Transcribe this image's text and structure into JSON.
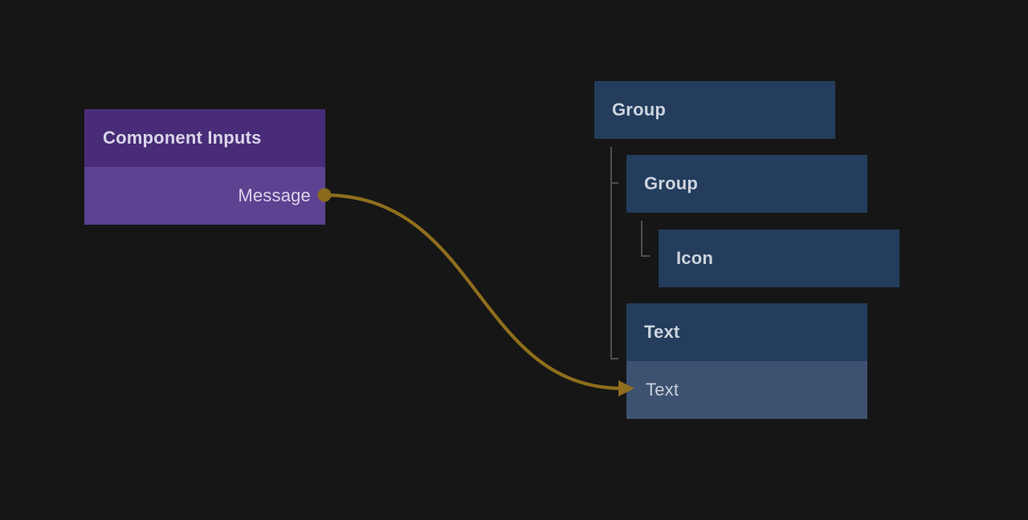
{
  "canvas": {
    "background_color": "#161616"
  },
  "component_inputs_node": {
    "title": "Component Inputs",
    "header_color": "#482c77",
    "row_color": "#5d4292",
    "text_color": "#d9d5e9",
    "outputs": [
      {
        "label": "Message",
        "port": "output"
      }
    ]
  },
  "layer_tree": {
    "node_color": "#243d5c",
    "highlight_row_color": "#3d5170",
    "text_color": "#cdd4df",
    "connector_line_color": "#4d4f52",
    "nodes": [
      {
        "label": "Group",
        "depth": 0
      },
      {
        "label": "Group",
        "depth": 1
      },
      {
        "label": "Icon",
        "depth": 2
      },
      {
        "label": "Text",
        "depth": 1,
        "input_row": {
          "label": "Text",
          "highlighted": true
        }
      }
    ]
  },
  "connection": {
    "from_node": "Component Inputs",
    "from_port": "Message",
    "to_node": "Text",
    "to_port": "Text",
    "color": "#8f6e1d"
  }
}
